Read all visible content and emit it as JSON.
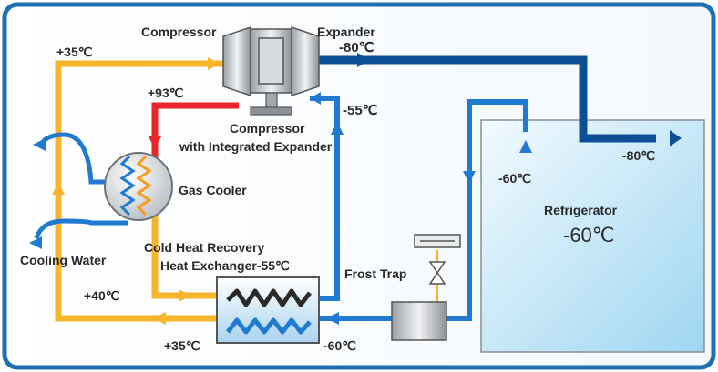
{
  "labels": {
    "compressor": "Compressor",
    "expander": "Expander",
    "expander_temp": "-80℃",
    "inlet_temp": "+35℃",
    "hot_temp": "+93℃",
    "return_temp": "-55℃",
    "unit_line1": "Compressor",
    "unit_line2": "with Integrated Expander",
    "gas_cooler": "Gas Cooler",
    "cooling_water": "Cooling Water",
    "hx_line1": "Cold Heat Recovery",
    "hx_line2": "Heat Exchanger-55℃",
    "frost_trap": "Frost Trap",
    "hx_in_temp": "+40℃",
    "hx_out_temp": "+35℃",
    "hx_cold_temp": "-60℃",
    "fridge_supply_temp": "-80℃",
    "fridge_return_temp": "-60℃",
    "refrigerator": "Refrigerator",
    "refrigerator_temp": "-60℃"
  },
  "colors": {
    "frame": "#1f6fb5",
    "cold_line": "#0d4f94",
    "cool_line": "#1f7ad0",
    "warm_line": "#f7b52b",
    "hot_line": "#e8262b",
    "fridge_fill": "#bfe3f5"
  }
}
